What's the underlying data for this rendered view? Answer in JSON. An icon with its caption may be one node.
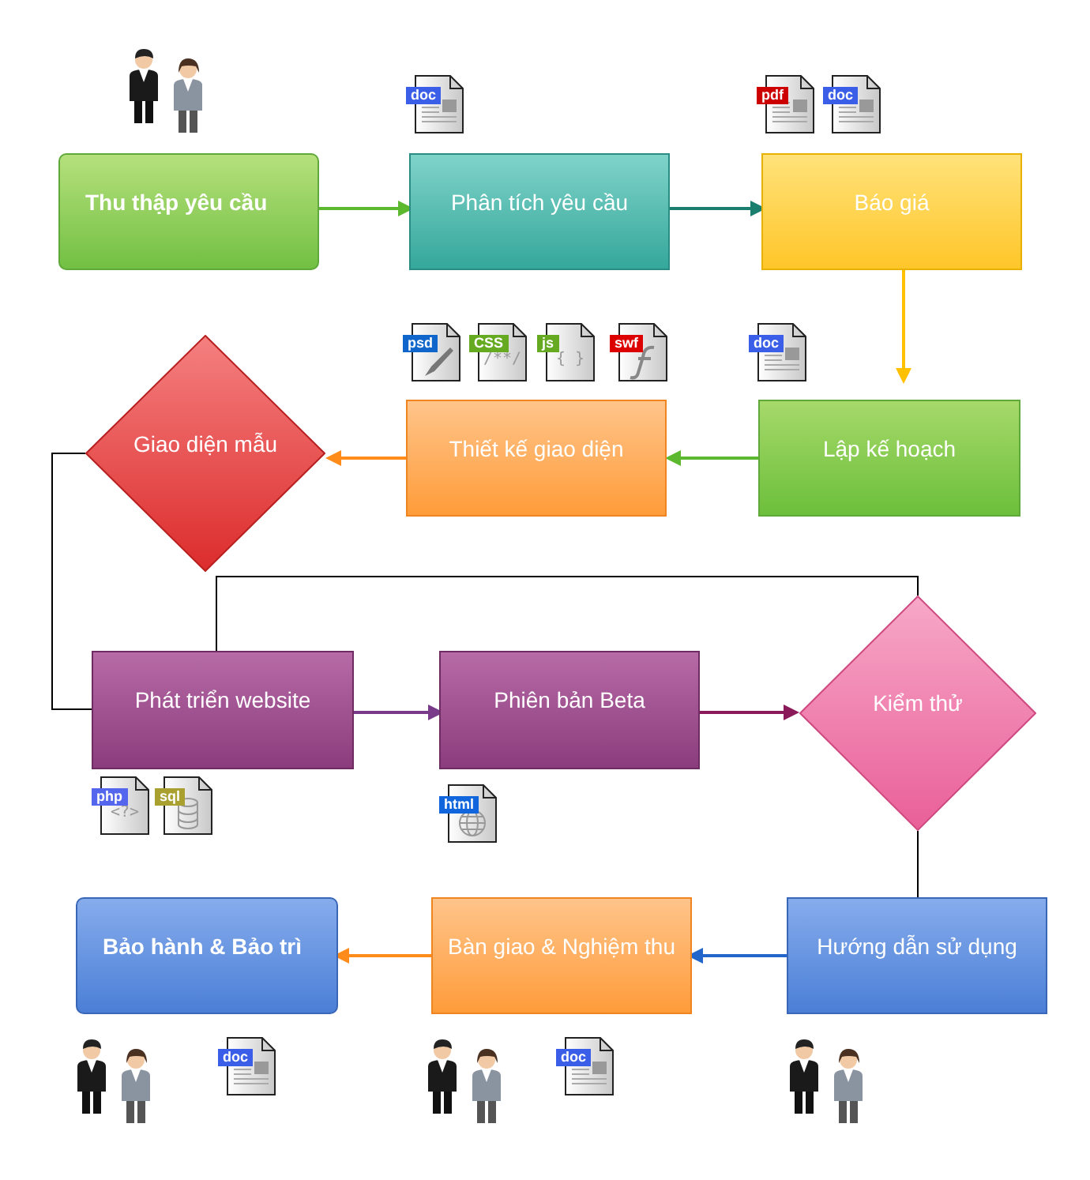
{
  "diagram": {
    "nodes": [
      {
        "text": [
          "Thu thập yêu cầu"
        ]
      },
      {
        "text": [
          "Phân tích yêu cầu"
        ]
      },
      {
        "text": [
          "Báo giá"
        ]
      },
      {
        "text": [
          "Giao diện mẫu"
        ]
      },
      {
        "text": [
          "Thiết kế giao diện"
        ]
      },
      {
        "text": [
          "Lập kế hoạch"
        ]
      },
      {
        "text": [
          "Phát triển website"
        ]
      },
      {
        "text": [
          "Phiên bản Beta"
        ]
      },
      {
        "text": [
          "Kiểm thử"
        ]
      },
      {
        "text": [
          "Bảo hành & Bảo trì"
        ]
      },
      {
        "text": [
          "Bàn giao & Nghiệm thu"
        ]
      },
      {
        "text": [
          "Hướng dẫn sử dụng"
        ]
      }
    ],
    "edges": [
      {
        "from": 0,
        "to": 1,
        "arrow": "to",
        "color": "#5cb82e"
      },
      {
        "from": 1,
        "to": 2,
        "arrow": "to",
        "color": "#1a7f6e"
      },
      {
        "from": 2,
        "to": 5,
        "arrow": "to",
        "color": "#ffc000"
      },
      {
        "from": 5,
        "to": 4,
        "arrow": "to",
        "color": "#5cb82e"
      },
      {
        "from": 4,
        "to": 3,
        "arrow": "to",
        "color": "#ff8c1a"
      },
      {
        "from": 3,
        "to": 6,
        "arrow": "none"
      },
      {
        "from": 6,
        "to": 7,
        "arrow": "to",
        "color": "#7a3a8a"
      },
      {
        "from": 7,
        "to": 8,
        "arrow": "to",
        "color": "#8a1a5a"
      },
      {
        "from": 8,
        "to": 6,
        "arrow": "none"
      },
      {
        "from": 8,
        "to": 11,
        "arrow": "none"
      },
      {
        "from": 11,
        "to": 10,
        "arrow": "to",
        "color": "#2266cc"
      },
      {
        "from": 10,
        "to": 9,
        "arrow": "to",
        "color": "#ff8c1a"
      }
    ],
    "labels": [
      "doc",
      "pdf",
      "doc",
      "psd",
      "CSS",
      "/**/",
      "js",
      "{ }",
      "swf",
      "doc",
      "php",
      "<?>",
      "sql",
      "html",
      "doc",
      "doc"
    ]
  }
}
